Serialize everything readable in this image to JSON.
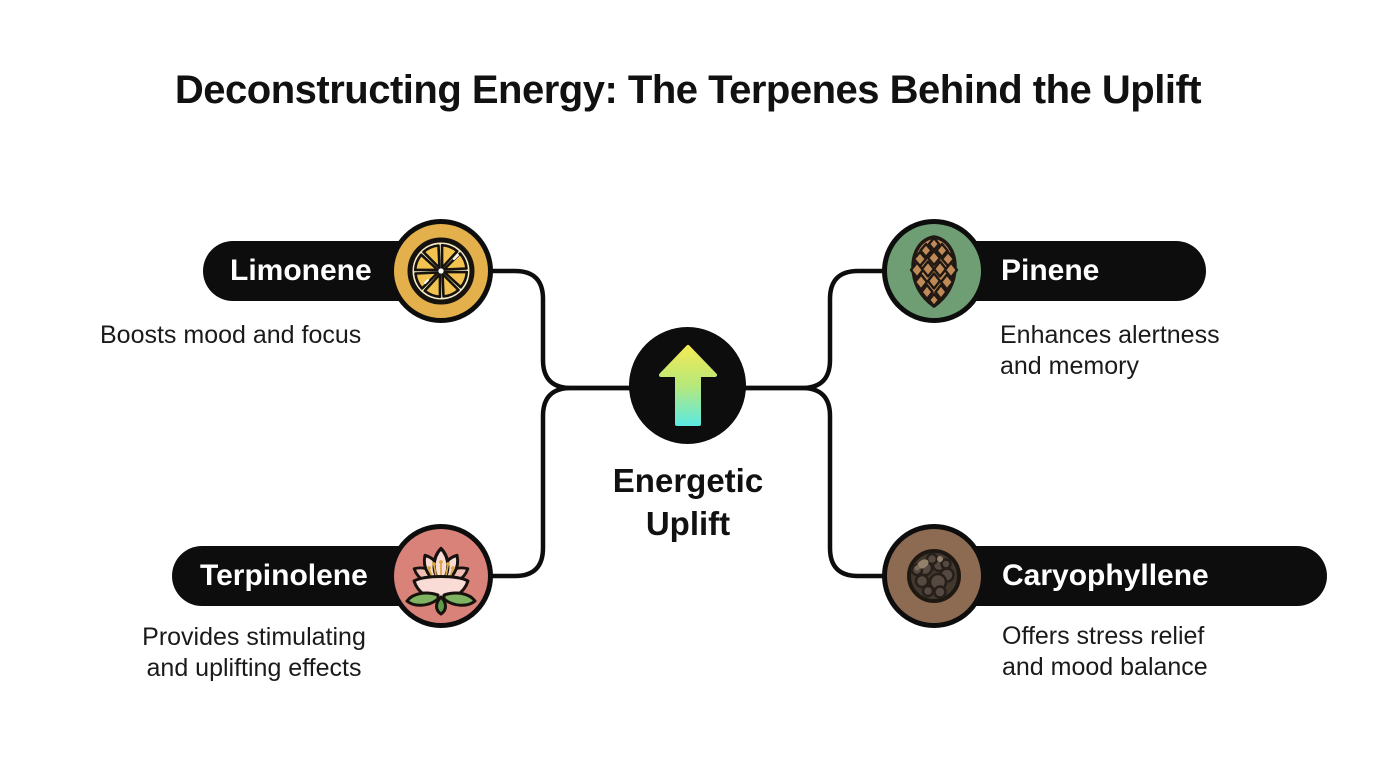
{
  "title": "Deconstructing Energy: The Terpenes Behind the Uplift",
  "center": {
    "label_lines": [
      "Energetic",
      "Uplift"
    ],
    "icon": "up-arrow-icon",
    "circle_color": "#0D0D0D",
    "arrow_gradient_top": "#F2EA55",
    "arrow_gradient_bottom": "#5FE9DE"
  },
  "nodes": [
    {
      "id": "limonene",
      "label": "Limonene",
      "description": "Boosts mood and focus",
      "description_lines": [
        "Boosts mood and focus"
      ],
      "icon": "lemon-slice-icon",
      "icon_bg": "#E3B04B",
      "position": "top-left"
    },
    {
      "id": "pinene",
      "label": "Pinene",
      "description": "Enhances alertness and memory",
      "description_lines": [
        "Enhances alertness",
        "and memory"
      ],
      "icon": "pinecone-icon",
      "icon_bg": "#6F9E75",
      "position": "top-right"
    },
    {
      "id": "terpinolene",
      "label": "Terpinolene",
      "description": "Provides stimulating and uplifting effects",
      "description_lines": [
        "Provides stimulating",
        "and uplifting effects"
      ],
      "icon": "lotus-flower-icon",
      "icon_bg": "#D9827A",
      "position": "bottom-left"
    },
    {
      "id": "caryophyllene",
      "label": "Caryophyllene",
      "description": "Offers stress relief and mood balance",
      "description_lines": [
        "Offers stress relief",
        "and mood balance"
      ],
      "icon": "peppercorn-icon",
      "icon_bg": "#8D6B52",
      "position": "bottom-right"
    }
  ],
  "colors": {
    "background": "#FFFFFF",
    "node_pill": "#0D0D0D",
    "node_pill_text": "#FFFFFF",
    "connector": "#0D0D0D",
    "title_text": "#111111",
    "body_text": "#1A1A1A"
  }
}
